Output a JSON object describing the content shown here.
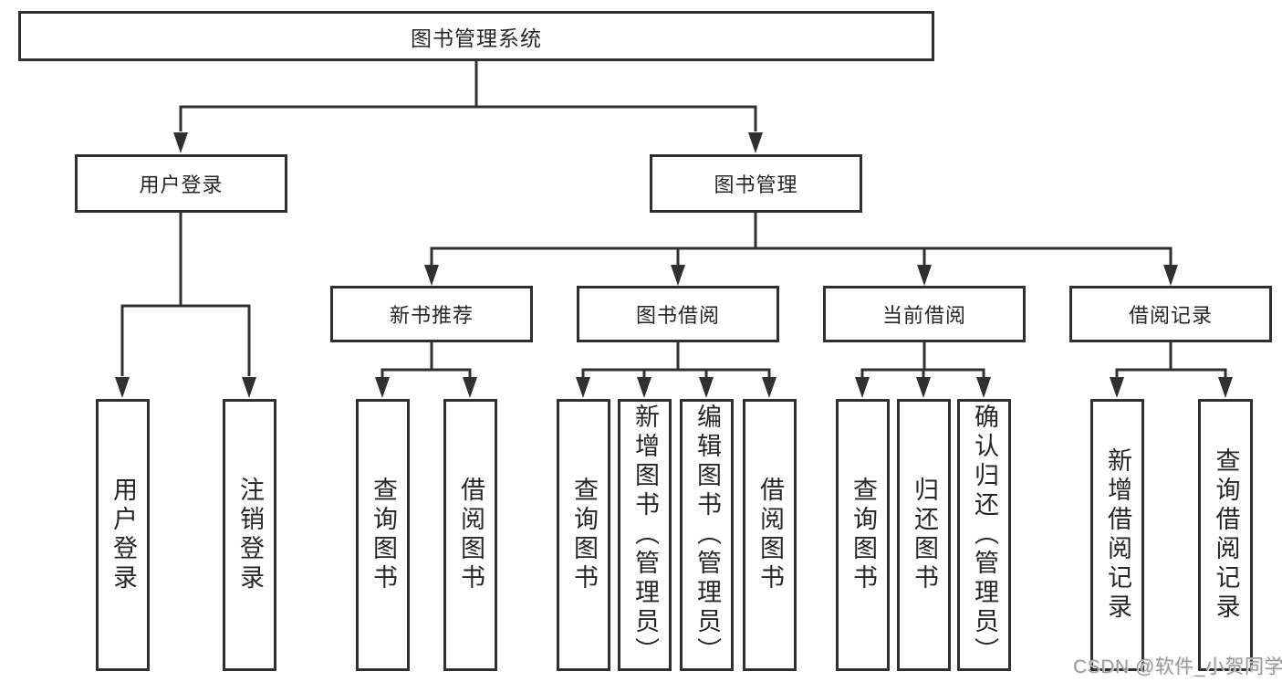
{
  "diagram": {
    "title": "图书管理系统",
    "root": {
      "label": "图书管理系统"
    },
    "branches": [
      {
        "label": "用户登录",
        "children": [
          {
            "label": "用户登录"
          },
          {
            "label": "注销登录"
          }
        ]
      },
      {
        "label": "图书管理",
        "sections": [
          {
            "label": "新书推荐",
            "children": [
              {
                "label": "查询图书"
              },
              {
                "label": "借阅图书"
              }
            ]
          },
          {
            "label": "图书借阅",
            "children": [
              {
                "label": "查询图书"
              },
              {
                "label": "新增图书（管理员）"
              },
              {
                "label": "编辑图书（管理员）"
              },
              {
                "label": "借阅图书"
              }
            ]
          },
          {
            "label": "当前借阅",
            "children": [
              {
                "label": "查询图书"
              },
              {
                "label": "归还图书"
              },
              {
                "label": "确认归还（管理员）"
              }
            ]
          },
          {
            "label": "借阅记录",
            "children": [
              {
                "label": "新增借阅记录"
              },
              {
                "label": "查询借阅记录"
              }
            ]
          }
        ]
      }
    ],
    "colors": {
      "line": "#303030",
      "box_border": "#2f2f2f",
      "text": "#262626",
      "background": "#ffffff",
      "watermark": "#9b9b9b"
    }
  },
  "watermark": {
    "text": "CSDN @软件_小贺同学"
  }
}
